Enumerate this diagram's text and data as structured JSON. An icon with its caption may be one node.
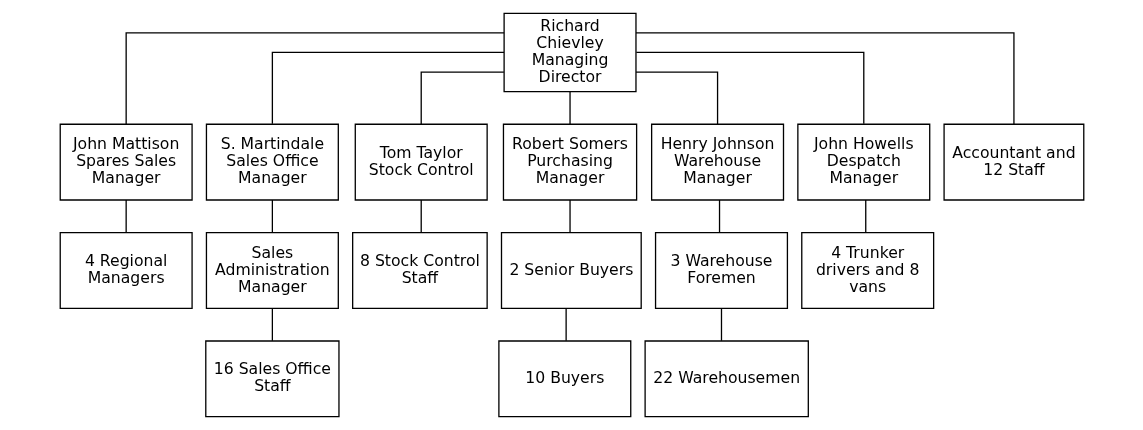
{
  "diagram": {
    "nodes": [
      {
        "text": [
          "Richard Chievley Managing Director"
        ]
      },
      {
        "text": [
          "John Mattison Spares Sales Manager"
        ]
      },
      {
        "text": [
          "S. Martindale Sales Office Manager"
        ]
      },
      {
        "text": [
          "Tom Taylor Stock Control"
        ]
      },
      {
        "text": [
          "Robert Somers Purchasing Manager"
        ]
      },
      {
        "text": [
          "Henry Johnson Warehouse Manager"
        ]
      },
      {
        "text": [
          "John Howells Despatch Manager"
        ]
      },
      {
        "text": [
          "Accountant and 12 Staff"
        ]
      },
      {
        "text": [
          "4 Regional Managers"
        ]
      },
      {
        "text": [
          "Sales Administration Manager"
        ]
      },
      {
        "text": [
          "8 Stock Control Staff"
        ]
      },
      {
        "text": [
          "2 Senior Buyers"
        ]
      },
      {
        "text": [
          "3 Warehouse Foremen"
        ]
      },
      {
        "text": [
          "4 Trunker drivers and 8 vans"
        ]
      },
      {
        "text": [
          "16 Sales Office Staff"
        ]
      },
      {
        "text": [
          "10 Buyers"
        ]
      },
      {
        "text": [
          "22 Warehousemen"
        ]
      }
    ],
    "edges": [
      {
        "from": 0,
        "to": 1,
        "arrow": "none"
      },
      {
        "from": 0,
        "to": 2,
        "arrow": "none"
      },
      {
        "from": 0,
        "to": 3,
        "arrow": "none"
      },
      {
        "from": 0,
        "to": 4,
        "arrow": "none"
      },
      {
        "from": 0,
        "to": 5,
        "arrow": "none"
      },
      {
        "from": 0,
        "to": 6,
        "arrow": "none"
      },
      {
        "from": 0,
        "to": 7,
        "arrow": "none"
      },
      {
        "from": 1,
        "to": 8,
        "arrow": "none"
      },
      {
        "from": 2,
        "to": 9,
        "arrow": "none"
      },
      {
        "from": 3,
        "to": 10,
        "arrow": "none"
      },
      {
        "from": 4,
        "to": 11,
        "arrow": "none"
      },
      {
        "from": 5,
        "to": 12,
        "arrow": "none"
      },
      {
        "from": 6,
        "to": 13,
        "arrow": "none"
      },
      {
        "from": 9,
        "to": 14,
        "arrow": "none"
      },
      {
        "from": 11,
        "to": 15,
        "arrow": "none"
      },
      {
        "from": 12,
        "to": 16,
        "arrow": "none"
      }
    ]
  }
}
